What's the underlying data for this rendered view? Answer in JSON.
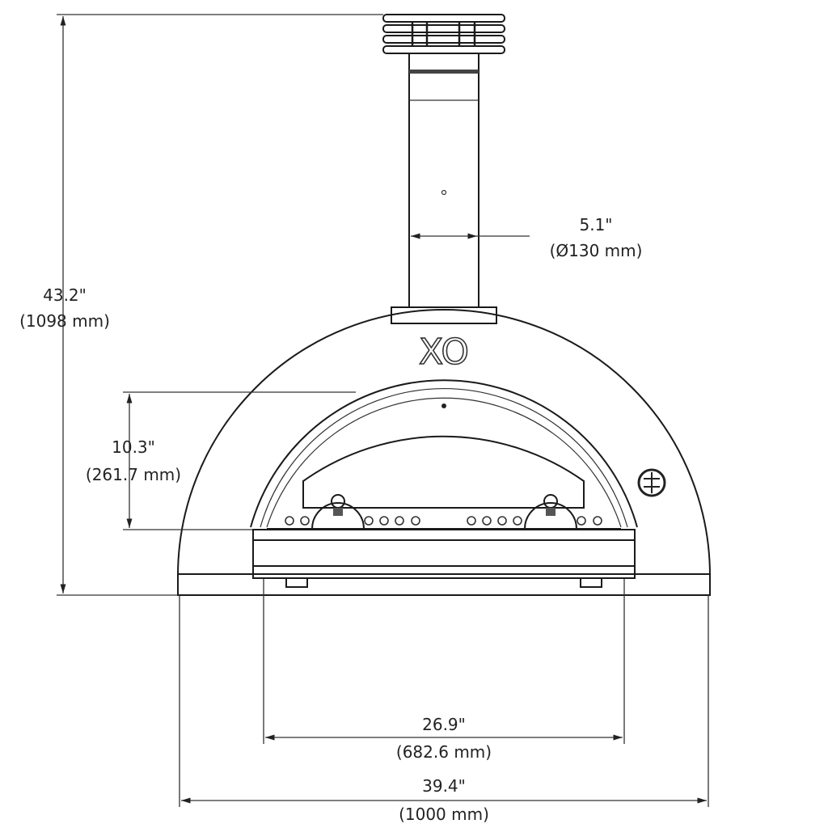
{
  "diagram": {
    "title": "XO pizza oven front view dimensions",
    "logo_text": "XO",
    "dimensions": {
      "total_height": {
        "imperial": "43.2\"",
        "metric": "(1098 mm)"
      },
      "flue_diameter": {
        "imperial": "5.1\"",
        "metric": "(Ø130 mm)"
      },
      "door_height": {
        "imperial": "10.3\"",
        "metric": "(261.7 mm)"
      },
      "door_width": {
        "imperial": "26.9\"",
        "metric": "(682.6 mm)"
      },
      "total_width": {
        "imperial": "39.4\"",
        "metric": "(1000 mm)"
      }
    },
    "line_color": "#1a1a1a"
  }
}
